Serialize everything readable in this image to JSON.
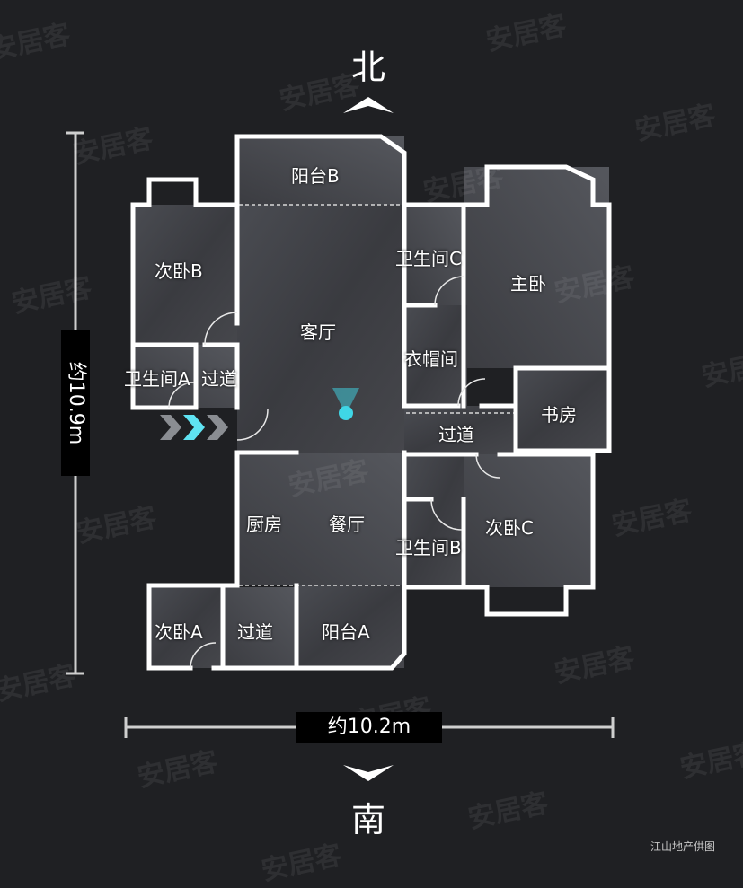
{
  "compass": {
    "north": "北",
    "south": "南"
  },
  "dimensions": {
    "height": "约10.9m",
    "width": "约10.2m"
  },
  "rooms": {
    "balcony_b": "阳台B",
    "bedroom_b": "次卧B",
    "bathroom_c": "卫生间C",
    "master_bedroom": "主卧",
    "living_room": "客厅",
    "cloakroom": "衣帽间",
    "bathroom_a": "卫生间A",
    "corridor_left": "过道",
    "corridor_right": "过道",
    "study": "书房",
    "kitchen": "厨房",
    "dining_room": "餐厅",
    "bathroom_b": "卫生间B",
    "bedroom_c": "次卧C",
    "bedroom_a": "次卧A",
    "corridor_bottom": "过道",
    "balcony_a": "阳台A"
  },
  "watermark": "安居客",
  "credit": "江山地产供图",
  "colors": {
    "background": "#1f2023",
    "wall": "#ffffff",
    "marker": "#3fd6e6"
  }
}
